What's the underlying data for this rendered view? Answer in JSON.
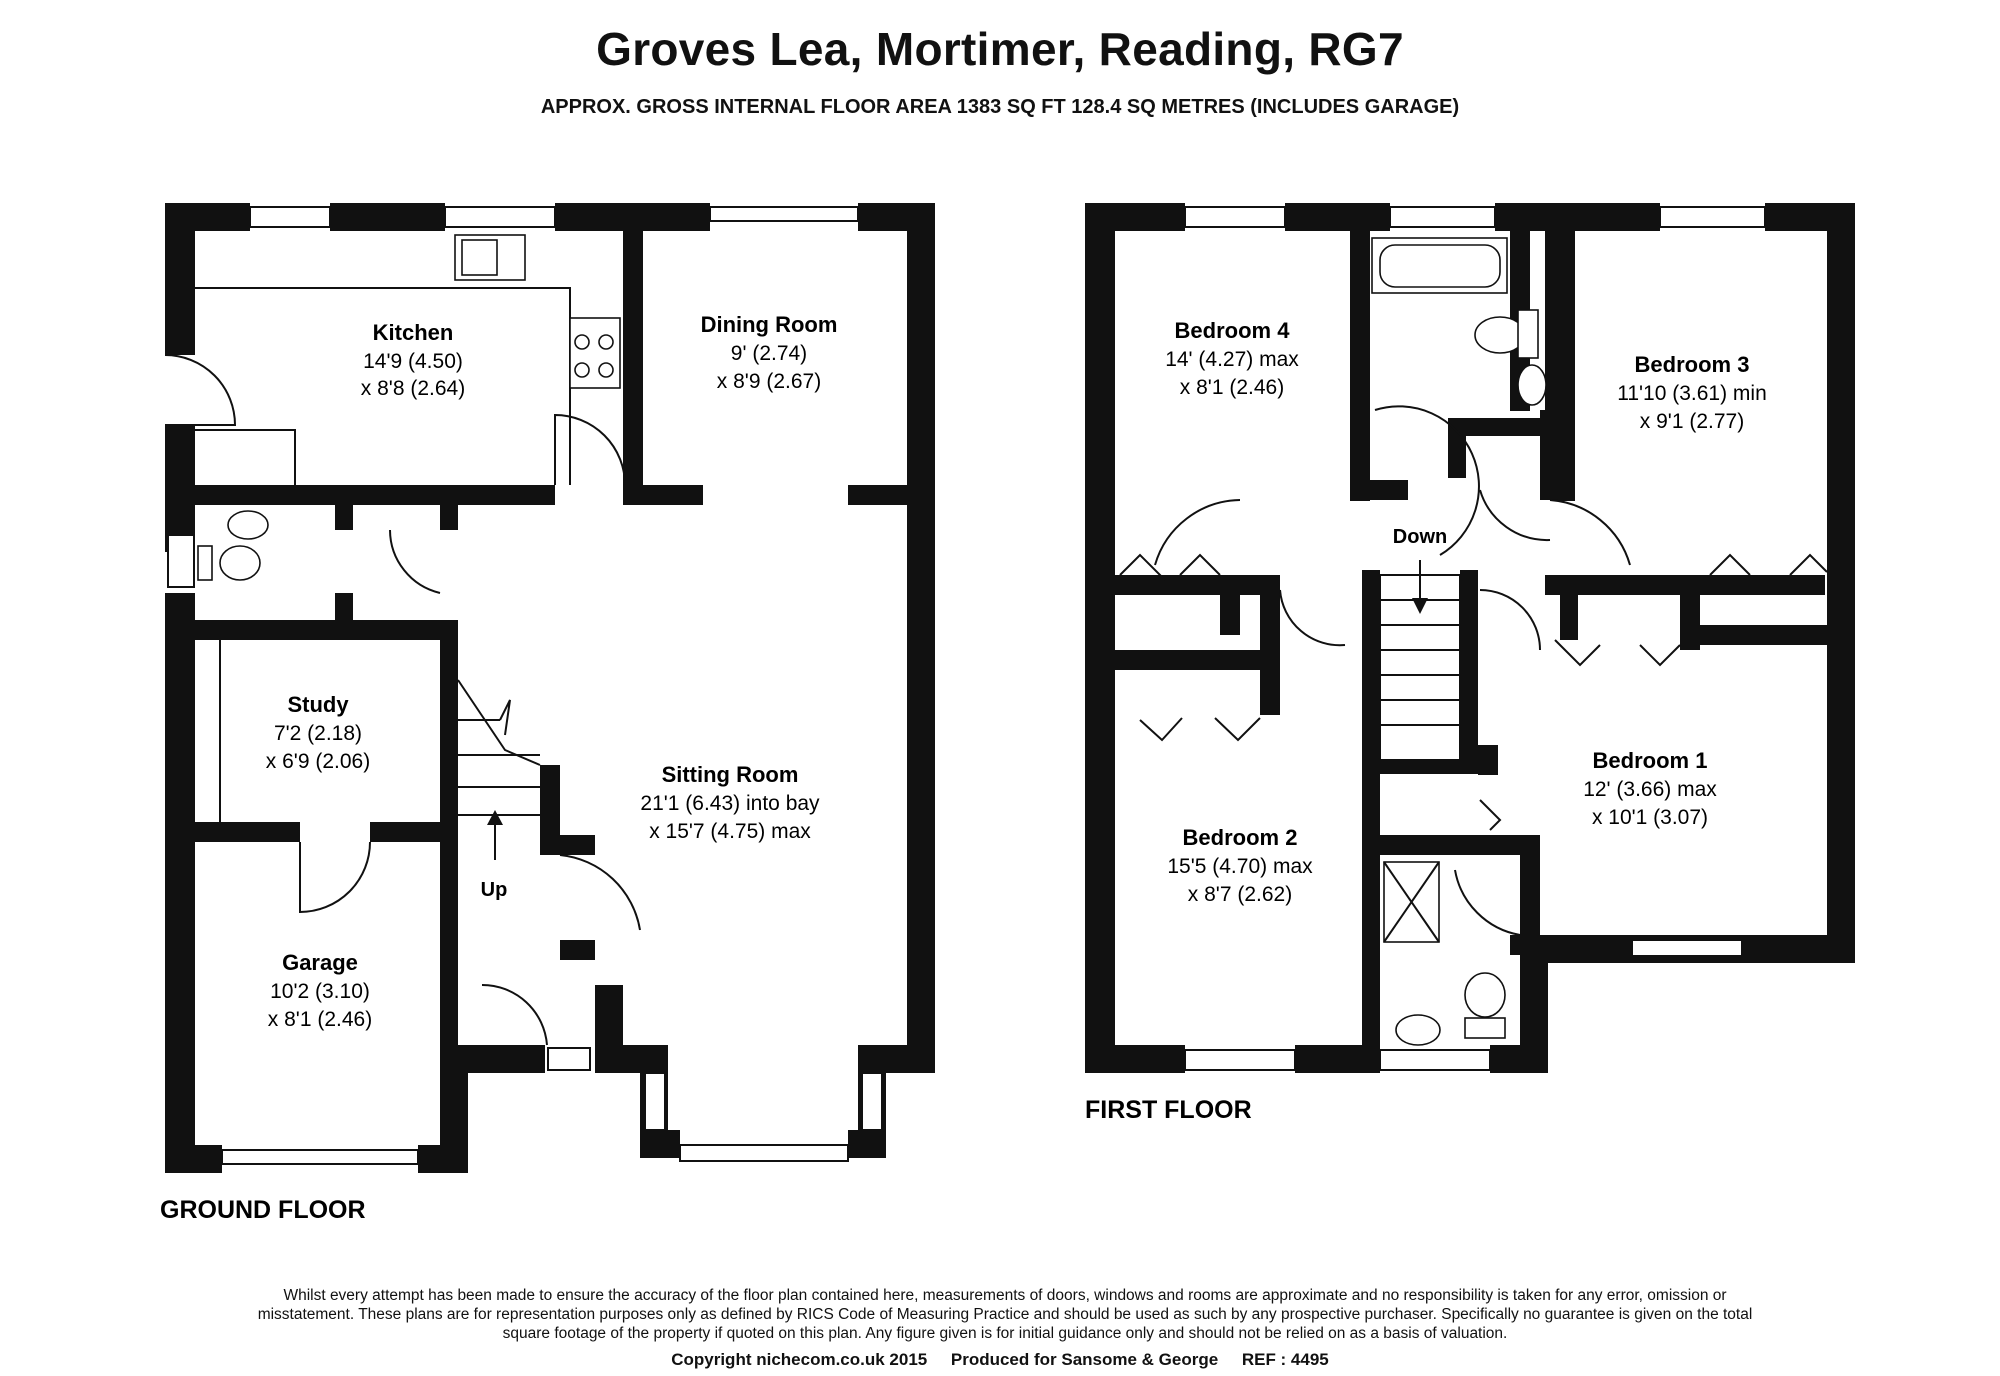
{
  "header": {
    "title": "Groves Lea, Mortimer, Reading, RG7",
    "subtitle": "APPROX. GROSS INTERNAL FLOOR AREA 1383 SQ FT 128.4 SQ METRES (INCLUDES GARAGE)"
  },
  "ground_floor": {
    "label": "GROUND FLOOR",
    "stairs_label": "Up",
    "rooms": [
      {
        "name": "Kitchen",
        "dim1": "14'9 (4.50)",
        "dim2": "x 8'8 (2.64)"
      },
      {
        "name": "Dining Room",
        "dim1": "9' (2.74)",
        "dim2": "x 8'9 (2.67)"
      },
      {
        "name": "Study",
        "dim1": "7'2 (2.18)",
        "dim2": "x 6'9 (2.06)"
      },
      {
        "name": "Sitting Room",
        "dim1": "21'1 (6.43) into bay",
        "dim2": "x 15'7 (4.75) max"
      },
      {
        "name": "Garage",
        "dim1": "10'2 (3.10)",
        "dim2": "x 8'1 (2.46)"
      }
    ]
  },
  "first_floor": {
    "label": "FIRST FLOOR",
    "stairs_label": "Down",
    "rooms": [
      {
        "name": "Bedroom 4",
        "dim1": "14' (4.27) max",
        "dim2": "x 8'1 (2.46)"
      },
      {
        "name": "Bedroom 3",
        "dim1": "11'10 (3.61) min",
        "dim2": "x 9'1 (2.77)"
      },
      {
        "name": "Bedroom 1",
        "dim1": "12' (3.66) max",
        "dim2": "x 10'1 (3.07)"
      },
      {
        "name": "Bedroom 2",
        "dim1": "15'5 (4.70) max",
        "dim2": "x 8'7 (2.62)"
      }
    ]
  },
  "disclaimer": "Whilst every attempt has been made to ensure the accuracy of the floor plan contained here, measurements of doors, windows and rooms are approximate and no responsibility is taken for any error, omission or misstatement. These plans are for representation purposes only as defined by RICS Code of Measuring Practice and should be used as such by any prospective purchaser. Specifically no guarantee is given on the total square footage of the property if quoted on this plan. Any figure given is for initial guidance only and should not be relied on as a basis of valuation.",
  "footer": {
    "copyright": "Copyright nichecom.co.uk 2015",
    "produced_for": "Produced for Sansome & George",
    "ref": "REF : 4495"
  }
}
